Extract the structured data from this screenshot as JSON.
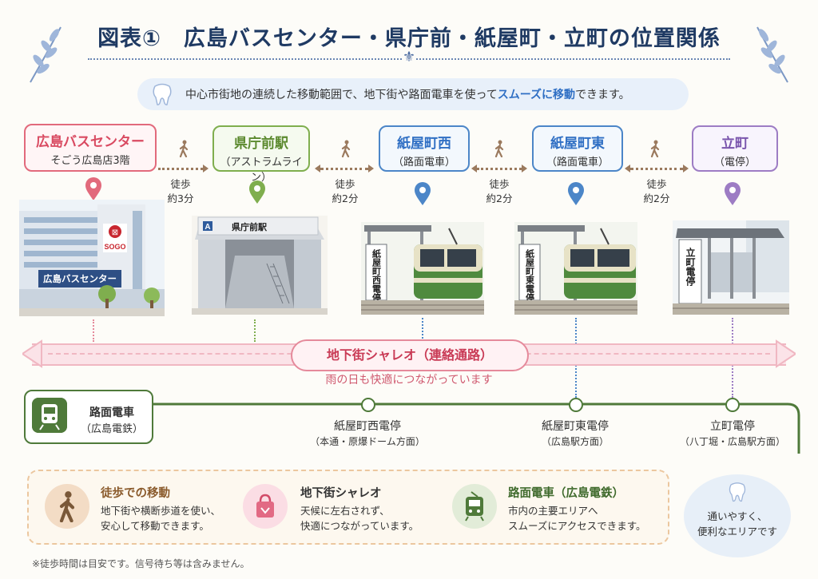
{
  "title": "図表①　広島バスセンター・県庁前・紙屋町・立町の位置関係",
  "banner": {
    "text_before": "中心市街地の連続した移動範囲で、地下街や路面電車を使って",
    "text_highlight": "スムーズに移動",
    "text_after": "できます。"
  },
  "stations": [
    {
      "name": "広島バスセンター",
      "sub": "そごう広島店3階",
      "color": "#e26a7c",
      "bg": "#fde9ec"
    },
    {
      "name": "県庁前駅",
      "sub": "（アストラムライン）",
      "color": "#7fae4e",
      "bg": "#eef6e6"
    },
    {
      "name": "紙屋町西",
      "sub": "（路面電車）",
      "color": "#4c86c8",
      "bg": "#e8f1fb"
    },
    {
      "name": "紙屋町東",
      "sub": "（路面電車）",
      "color": "#4c86c8",
      "bg": "#e8f1fb"
    },
    {
      "name": "立町",
      "sub": "（電停）",
      "color": "#9d7cc4",
      "bg": "#f2ecfa"
    }
  ],
  "walks": [
    {
      "label": "徒歩",
      "time": "約3分"
    },
    {
      "label": "徒歩",
      "time": "約2分"
    },
    {
      "label": "徒歩",
      "time": "約2分"
    },
    {
      "label": "徒歩",
      "time": "約2分"
    }
  ],
  "illustrations": {
    "bus_center_sign": "広島バスセンター",
    "sogo": "SOGO",
    "kencho_sign": "県庁前駅",
    "kencho_logo": "A",
    "stop_west": "紙屋町西電停",
    "stop_east": "紙屋町東電停",
    "stop_tatemachi": "立町電停"
  },
  "underground": {
    "name": "地下街シャレオ（連絡通路）",
    "note": "雨の日も快適につながっています"
  },
  "tram": {
    "label": "路面電車",
    "sub": "（広島電鉄）",
    "stops": [
      {
        "name": "紙屋町西電停",
        "sub": "（本通・原爆ドーム方面）"
      },
      {
        "name": "紙屋町東電停",
        "sub": "（広島駅方面）"
      },
      {
        "name": "立町電停",
        "sub": "（八丁堀・広島駅方面）"
      }
    ]
  },
  "legend": [
    {
      "title": "徒歩での移動",
      "desc1": "地下街や横断歩道を使い、",
      "desc2": "安心して移動できます。",
      "color": "#f3dcc5",
      "icon": "walking-icon"
    },
    {
      "title": "地下街シャレオ",
      "desc1": "天候に左右されず、",
      "desc2": "快適につながっています。",
      "color": "#fbdde4",
      "icon": "bag-icon"
    },
    {
      "title": "路面電車（広島電鉄）",
      "desc1": "市内の主要エリアへ",
      "desc2": "スムーズにアクセスできます。",
      "color": "#e2ecd8",
      "icon": "tram-icon"
    }
  ],
  "corner": {
    "line1": "通いやすく、",
    "line2": "便利なエリアです"
  },
  "footnote": "※徒歩時間は目安です。信号待ち等は含みません。",
  "colors": {
    "navy": "#1f3a63",
    "green": "#4f7a3a",
    "pink": "#e58a9b",
    "blue": "#4c86c8"
  }
}
